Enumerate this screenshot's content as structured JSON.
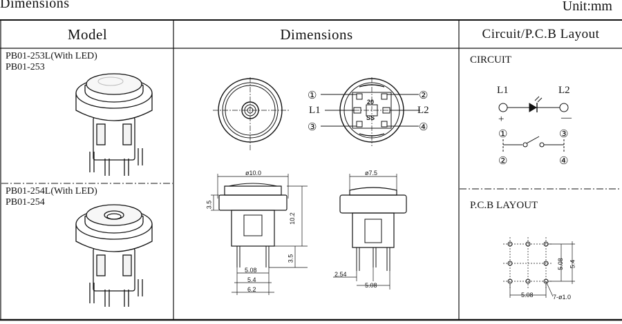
{
  "page": {
    "title": "Dimensions",
    "unit": "Unit:mm"
  },
  "table": {
    "headers": {
      "model": "Model",
      "dimensions": "Dimensions",
      "circuit": "Circuit/P.C.B Layout"
    },
    "models": [
      {
        "line1": "PB01-253L(With LED)",
        "line2": "PB01-253"
      },
      {
        "line1": "PB01-254L(With LED)",
        "line2": "PB01-254"
      }
    ]
  },
  "top_view": {
    "callouts": [
      "①",
      "②",
      "③",
      "④"
    ],
    "led_left": "L1",
    "led_right": "L2",
    "marking_top": "20",
    "marking_bottom": "SS"
  },
  "side_view_large": {
    "width": "ø10.0",
    "cap_height": "3.5",
    "total_height": "10.2",
    "lead_length": "3.5",
    "pin_pitch_inner": "5.08",
    "pin_pitch_mid": "5.4",
    "pin_pitch_outer": "6.2"
  },
  "side_view_small": {
    "width": "ø7.5",
    "offset": "2.54",
    "pin_pitch": "5.08"
  },
  "circuit": {
    "section_title": "CIRCUIT",
    "led_left": "L1",
    "led_right": "L2",
    "plus": "+",
    "minus": "—",
    "pins": [
      "①",
      "③",
      "②",
      "④"
    ]
  },
  "pcb": {
    "section_title": "P.C.B LAYOUT",
    "dim_vertical_1": "5.08",
    "dim_vertical_2": "5.4",
    "dim_horizontal": "5.08",
    "hole_note": "7-ø1.0"
  }
}
